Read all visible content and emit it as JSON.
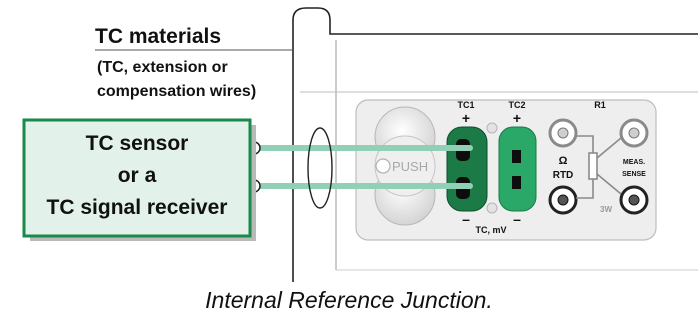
{
  "materials": {
    "title": "TC materials",
    "line1": "(TC, extension or",
    "line2": "compensation wires)"
  },
  "sensor_box": {
    "line1": "TC sensor",
    "line2": "or a",
    "line3": "TC signal receiver"
  },
  "device": {
    "tc1_label": "TC1",
    "tc2_label": "TC2",
    "r1_label": "R1",
    "plus": "+",
    "minus": "–",
    "push_label": "PUSH",
    "tc_mv_label": "TC, mV",
    "ohm_symbol": "Ω",
    "rtd_label": "RTD",
    "meas_label": "MEAS.",
    "sense_label": "SENSE",
    "three_wire_label": "3W"
  },
  "caption": "Internal Reference Junction.",
  "colors": {
    "green_fill": "#e3f1eb",
    "green_border": "#1a8a4a",
    "wire_green": "#8fd0b6",
    "connector_green": "#1b7a46"
  }
}
